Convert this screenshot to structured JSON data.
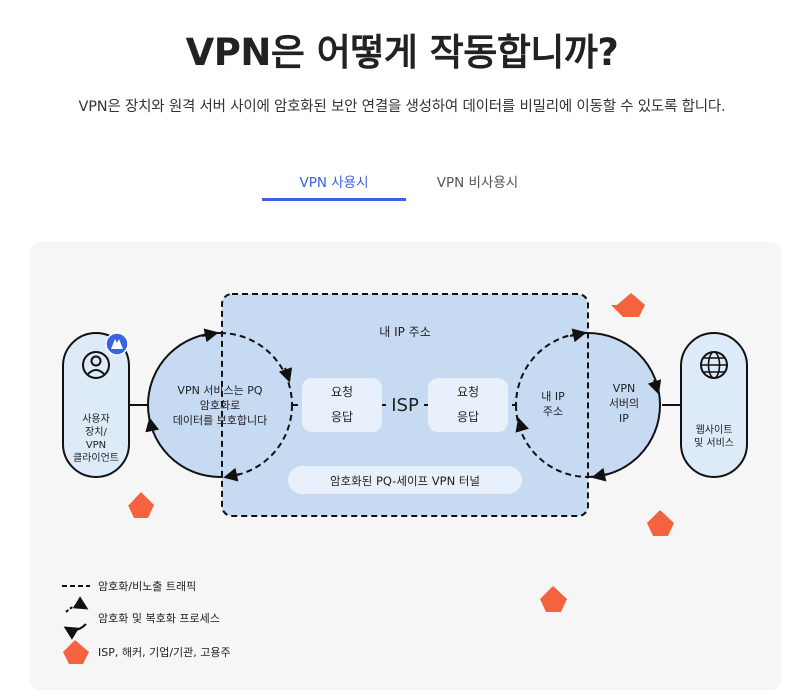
{
  "title": "VPN은 어떻게 작동합니까?",
  "subtitle": "VPN은 장치와 원격 서버 사이에 암호화된 보안 연결을 생성하여 데이터를 비밀리에 이동할 수 있도록 합니다.",
  "tabs": [
    {
      "label": "VPN 사용시",
      "active": true
    },
    {
      "label": "VPN 비사용시",
      "active": false
    }
  ],
  "diagram": {
    "client_label": [
      "사용자",
      "장치/",
      "VPN",
      "클라이언트"
    ],
    "client_icon": "user-icon",
    "client_badge_icon": "vpn-shield-icon",
    "left_circle_text": [
      "VPN 서비스는 PQ",
      "암호화로",
      "데이터를 보호합니다"
    ],
    "ip_box_title": "내 IP 주소",
    "request_label": "요청",
    "response_label": "응답",
    "isp_label": "ISP",
    "tunnel_label": "암호화된 PQ-세이프 VPN 터널",
    "right_circle_left_text": [
      "내 IP",
      "주소"
    ],
    "right_circle_right_text": [
      "VPN",
      "서버의",
      "IP"
    ],
    "website_label": [
      "웹사이트",
      "및 서비스"
    ],
    "website_icon": "globe-icon"
  },
  "legend": {
    "items": [
      {
        "icon": "dashed-line-icon",
        "label": "암호화/비노출 트래픽"
      },
      {
        "icon": "circular-arrows-icon",
        "label": "암호화 및 복호화 프로세스"
      },
      {
        "icon": "hexagon-icon",
        "label": "ISP, 해커, 기업/기관, 고용주"
      }
    ]
  },
  "colors": {
    "accent": "#3b63e0",
    "tunnel_fill": "#c6daf2",
    "pill_fill": "#e8f0fb",
    "hexagon": "#f4623f",
    "panel_bg": "#f6f6f6"
  }
}
